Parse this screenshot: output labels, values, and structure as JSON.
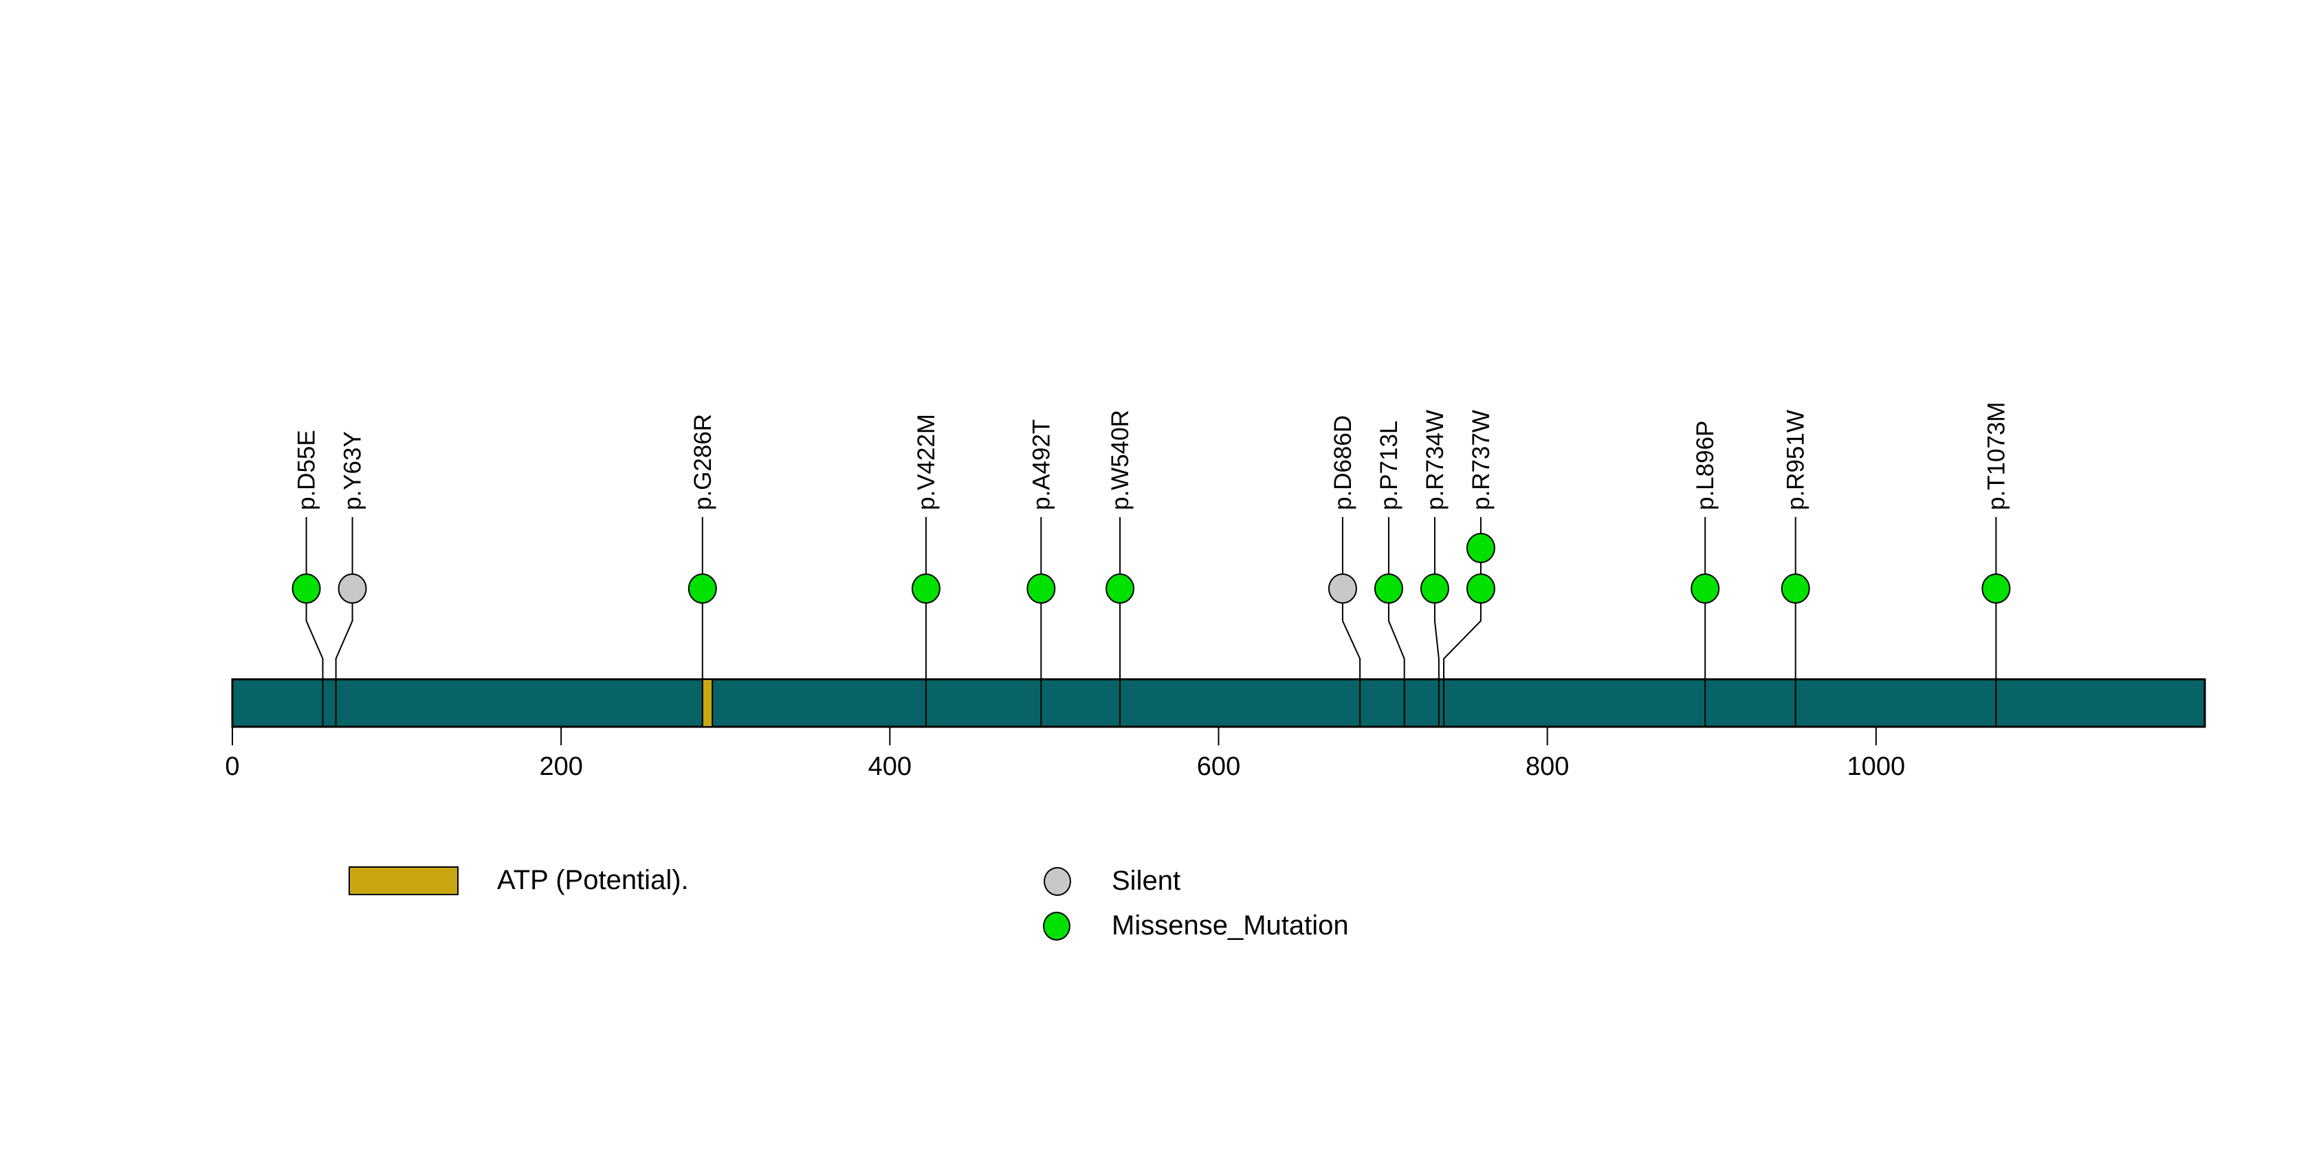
{
  "figure": {
    "background_color": "#ffffff",
    "text_color": "#000000"
  },
  "chart_data": {
    "type": "lollipop",
    "title": "",
    "xlabel": "",
    "ylabel": "",
    "protein_length": 1200,
    "axis_ticks": [
      0,
      200,
      400,
      600,
      800,
      1000
    ],
    "bar_color": "#076365",
    "bar_border_color": "#000000",
    "grid": false,
    "mutations": [
      {
        "label": "p.D55E",
        "position": 55,
        "type": "Missense_Mutation",
        "count": 1
      },
      {
        "label": "p.Y63Y",
        "position": 63,
        "type": "Silent",
        "count": 1
      },
      {
        "label": "p.G286R",
        "position": 286,
        "type": "Missense_Mutation",
        "count": 1
      },
      {
        "label": "p.V422M",
        "position": 422,
        "type": "Missense_Mutation",
        "count": 1
      },
      {
        "label": "p.A492T",
        "position": 492,
        "type": "Missense_Mutation",
        "count": 1
      },
      {
        "label": "p.W540R",
        "position": 540,
        "type": "Missense_Mutation",
        "count": 1
      },
      {
        "label": "p.D686D",
        "position": 686,
        "type": "Silent",
        "count": 1
      },
      {
        "label": "p.P713L",
        "position": 713,
        "type": "Missense_Mutation",
        "count": 1
      },
      {
        "label": "p.R734W",
        "position": 734,
        "type": "Missense_Mutation",
        "count": 1
      },
      {
        "label": "p.R737W",
        "position": 737,
        "type": "Missense_Mutation",
        "count": 2
      },
      {
        "label": "p.L896P",
        "position": 896,
        "type": "Missense_Mutation",
        "count": 1
      },
      {
        "label": "p.R951W",
        "position": 951,
        "type": "Missense_Mutation",
        "count": 1
      },
      {
        "label": "p.T1073M",
        "position": 1073,
        "type": "Missense_Mutation",
        "count": 1
      }
    ],
    "mutation_type_colors": {
      "Silent": "#C8C8C8",
      "Missense_Mutation": "#00E100"
    },
    "domains": [
      {
        "name": "ATP (Potential).",
        "start": 286,
        "end": 292,
        "color": "#C9A713"
      }
    ],
    "legend_position": "bottom"
  },
  "legend": {
    "domain_items": [
      {
        "label": "ATP (Potential).",
        "color": "#C9A713"
      }
    ],
    "mutation_items": [
      {
        "label": "Silent",
        "color": "#C8C8C8"
      },
      {
        "label": "Missense_Mutation",
        "color": "#00E100"
      }
    ]
  }
}
